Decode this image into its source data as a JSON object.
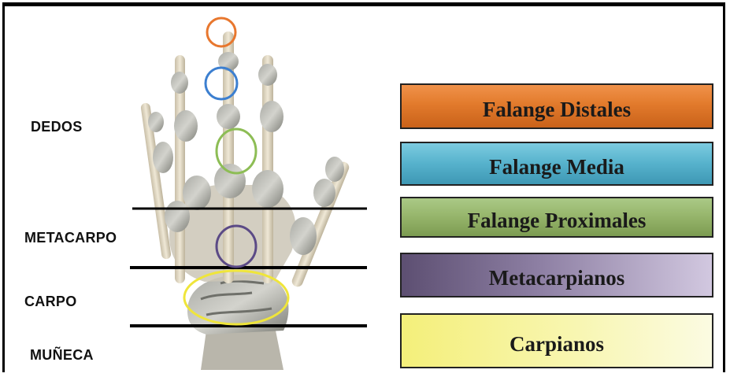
{
  "regions": {
    "dedos": "DEDOS",
    "metacarpo": "METACARPO",
    "carpo": "CARPO",
    "muneca": "MUÑECA"
  },
  "legend": [
    {
      "label": "Falange Distales",
      "color": "#e27a2c",
      "marker": "orange-circle"
    },
    {
      "label": "Falange Media",
      "color": "#56b2cc",
      "marker": "blue-circle"
    },
    {
      "label": "Falange Proximales",
      "color": "#95b46a",
      "marker": "green-circle"
    },
    {
      "label": "Metacarpianos",
      "color": "#6a5a7e",
      "marker": "purple-circle"
    },
    {
      "label": "Carpianos",
      "color": "#f6f28a",
      "marker": "yellow-ellipse"
    }
  ]
}
